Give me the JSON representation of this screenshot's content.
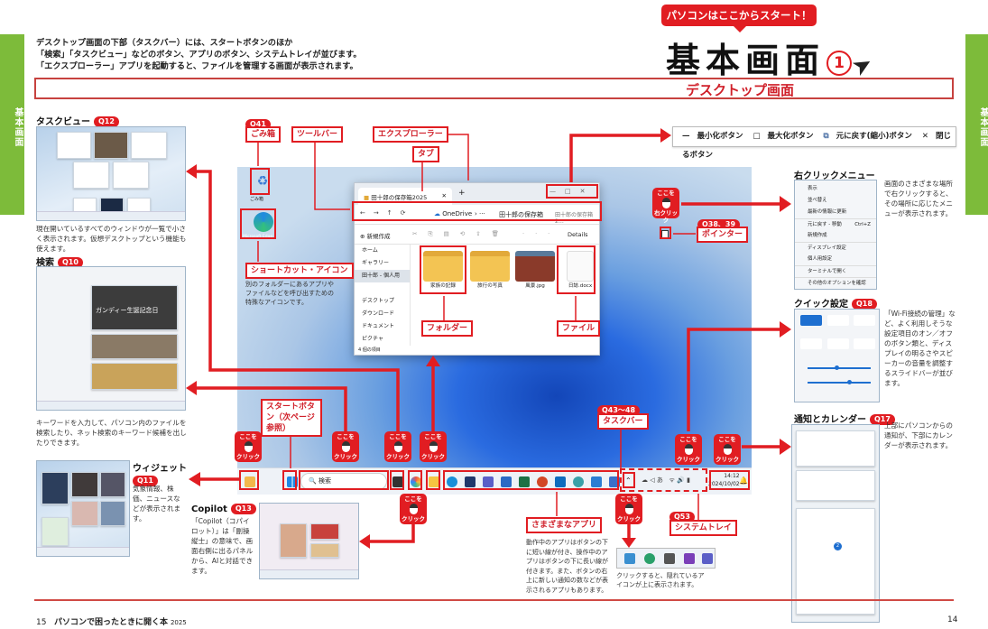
{
  "side_tab": "基本画面",
  "intro": [
    "デスクトップ画面の下部（タスクバー）には、スタートボタンのほか",
    "「検索」「タスクビュー」などのボタン、アプリのボタン、システムトレイが並びます。",
    "「エクスプローラー」アプリを起動すると、ファイルを管理する画面が表示されます。"
  ],
  "header": {
    "bubble": "パソコンはここからスタート！",
    "title": "基本画面",
    "number": "1",
    "section": "デスクトップ画面"
  },
  "panels": {
    "taskview": {
      "label": "タスクビュー",
      "q": "Q12",
      "caption": "現在開いているすべてのウィンドウが一覧で小さく表示されます。仮想デスクトップという機能も使えます。"
    },
    "search": {
      "label": "検索",
      "q": "Q10",
      "caption": "キーワードを入力して、パソコン内のファイルを検索したり、ネット検索のキーワード候補を出したりできます。",
      "banner": "ガンディー生誕記念日"
    },
    "widget": {
      "label": "ウィジェット",
      "q": "Q11",
      "caption": "気象情報、株価、ニュースなどが表示されます。"
    },
    "copilot": {
      "label": "Copilot",
      "q": "Q13",
      "caption": "「Copilot（コパイロット）」は「副操縦士」の意味で、画面右側に出るパネルから、AIと対話できます。"
    },
    "rightmenu": {
      "label": "右クリックメニュー",
      "caption": "画面のさまざまな場所で右クリックすると、その場所に応じたメニューが表示されます。",
      "items": [
        "表示",
        "並べ替え",
        "最新の情報に更新",
        "元に戻す - 移動",
        "新規作成",
        "ディスプレイ設定",
        "個人用設定",
        "ターミナルで開く",
        "その他のオプションを確認"
      ],
      "shortcut": "Ctrl+Z"
    },
    "quick": {
      "label": "クイック設定",
      "q": "Q18",
      "caption": "「Wi-Fi接続の管理」など、よく利用しそうな設定項目のオン／オフのボタン類と、ディスプレイの明るさやスピーカーの音量を調整するスライドバーが並びます。",
      "brightness": 0.45,
      "volume": 0.65
    },
    "notify": {
      "label": "通知とカレンダー",
      "q": "Q17",
      "caption": "上部にパソコンからの通知が、下部にカレンダーが表示されます。",
      "selected_day": "2"
    }
  },
  "legend": [
    "最小化ボタン",
    "最大化ボタン",
    "元に戻す(縮小)ボタン",
    "閉じるボタン"
  ],
  "callouts": {
    "recycle_q": "Q41",
    "recycle": "ごみ箱",
    "toolbar": "ツールバー",
    "explorer": "エクスプローラー",
    "tab": "タブ",
    "shortcut": "ショートカット・アイコン",
    "shortcut_caption": "別のフォルダーにあるアプリやファイルなどを呼び出すための特殊なアイコンです。",
    "folder": "フォルダー",
    "file": "ファイル",
    "pointer_q": "Q38、39",
    "pointer": "ポインター",
    "start": "スタートボタン（次ページ参照）",
    "taskbar_q": "Q43～48",
    "taskbar": "タスクバー",
    "apps": "さまざまなアプリ",
    "apps_caption": "動作中のアプリはボタンの下に短い線が付き、操作中のアプリはボタンの下に長い線が付きます。また、ボタンの右上に新しい通知の数などが表示されるアプリもあります。",
    "tray_q": "Q53",
    "tray": "システムトレイ",
    "hidden_caption": "クリックすると、隠れているアイコンが上に表示されます。",
    "click_top": "ここを",
    "click_bottom": "クリック",
    "rclick_bottom": "右クリック"
  },
  "desktop": {
    "recycle_name": "ごみ箱",
    "edge_name": "Microsoft Edge",
    "search_placeholder": "検索",
    "time": "14:12",
    "date": "2024/10/02"
  },
  "explorer": {
    "tab": "田十郎の保存箱2025",
    "crumb_root": "OneDrive",
    "crumb_sep": "›  ···",
    "crumb": "田十郎の保存箱",
    "search": "田十郎の保存箱2…",
    "new": "新規作成",
    "details": "Details",
    "nav": [
      "ホーム",
      "ギャラリー",
      "田十郎 - 個人用",
      "デスクトップ",
      "ダウンロード",
      "ドキュメント",
      "ピクチャ"
    ],
    "files": [
      "家族の記録",
      "旅行の写真",
      "風景.jpg",
      "日誌.docx"
    ],
    "status": "4 個の項目"
  },
  "footer": {
    "left_page": "15",
    "book": "パソコンで困ったときに開く本",
    "year": "2025",
    "right_page": "14"
  },
  "colors": {
    "accent": "#e11d22",
    "green": "#7dbb3a"
  }
}
